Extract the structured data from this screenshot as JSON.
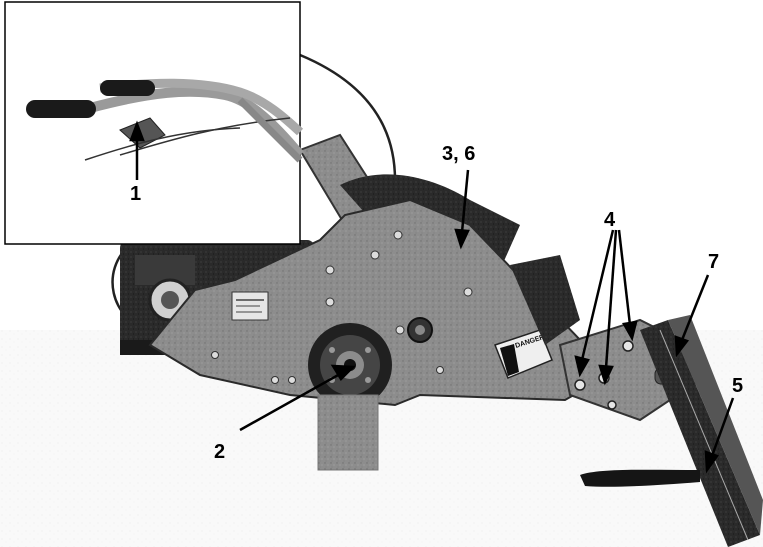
{
  "callouts": [
    {
      "id": "c1",
      "label": "1"
    },
    {
      "id": "c2",
      "label": "2"
    },
    {
      "id": "c36",
      "label": "3, 6"
    },
    {
      "id": "c4",
      "label": "4"
    },
    {
      "id": "c5",
      "label": "5"
    },
    {
      "id": "c7",
      "label": "7"
    }
  ],
  "warning_decal_text": "DANGER",
  "colors": {
    "metal": "#8a8a8a",
    "dark": "#1e1e1e",
    "ink": "#000000",
    "paper": "#ffffff"
  }
}
